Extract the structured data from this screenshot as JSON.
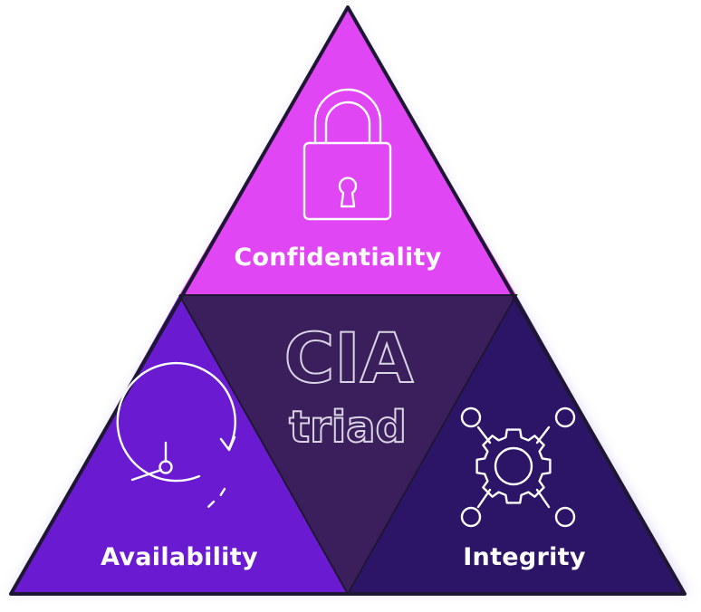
{
  "center": {
    "title": "CIA",
    "subtitle": "triad"
  },
  "segments": {
    "top": {
      "label": "Confidentiality",
      "icon": "padlock-icon",
      "color": "#e046f4"
    },
    "left": {
      "label": "Availability",
      "icon": "clock-icon",
      "color": "#6a1bd1"
    },
    "right": {
      "label": "Integrity",
      "icon": "gear-network-icon",
      "color": "#2c1467"
    },
    "center_color": "#3b1f5c"
  },
  "colors": {
    "outline": "#1e1733",
    "glow": "#cfc3f2"
  }
}
